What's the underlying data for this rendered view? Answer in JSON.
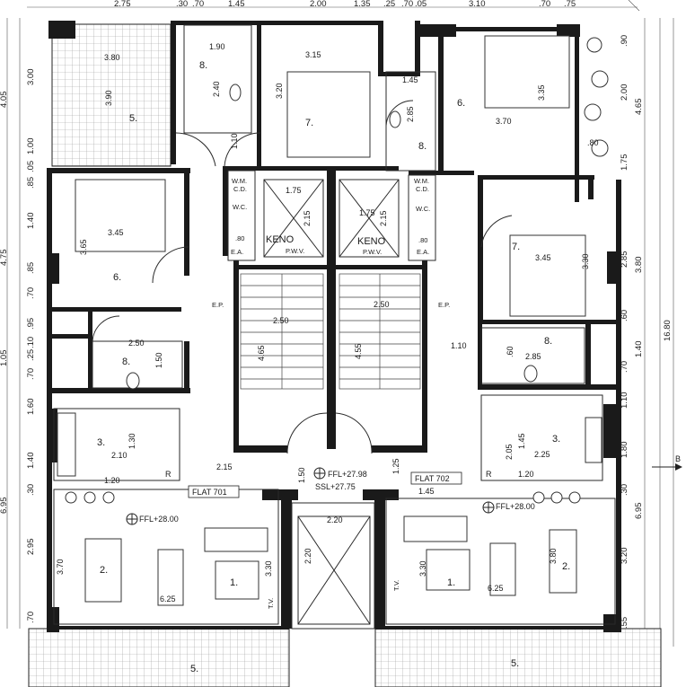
{
  "top_dims": [
    "2.75",
    ".30",
    ".70",
    "1.45",
    "2.00",
    "1.35",
    ".25",
    ".70",
    ".05",
    "3.10",
    ".70",
    ".75"
  ],
  "left_dims": [
    "4.05",
    "3.00",
    "1.00",
    ".85",
    ".05",
    "1.40",
    "4.75",
    ".85",
    ".70",
    ".95",
    ".10",
    "1.05",
    ".25",
    ".70",
    "1.60",
    "1.40",
    ".30",
    "6.95",
    "2.95",
    ".70"
  ],
  "right_dims": [
    ".90",
    "2.00",
    "4.65",
    "1.75",
    "2.85",
    "3.80",
    "16.80",
    ".60",
    "1.40",
    ".70",
    "1.10",
    "1.80",
    ".30",
    "6.95",
    "3.20",
    ".55"
  ],
  "rooms": {
    "room5_top": {
      "num": "5.",
      "w": "3.80",
      "h": "3.90"
    },
    "room8_top_left": {
      "num": "8.",
      "w": "1.90",
      "h": "2.40"
    },
    "room7_top": {
      "num": "7.",
      "w": "3.15",
      "h": "3.20"
    },
    "room6_top_right": {
      "num": "6.",
      "w": "3.70",
      "h": "3.35"
    },
    "room8_top_right": {
      "num": "8.",
      "a": "1.45",
      "b": "2.85"
    },
    "room6_left": {
      "num": "6.",
      "w": "3.45",
      "h": "3.65"
    },
    "room7_right": {
      "num": "7.",
      "w": "3.45",
      "h": "3.30"
    },
    "room8_left_bath": {
      "num": "8.",
      "w": "2.50",
      "h": "1.50"
    },
    "room8_right_bath": {
      "num": "8.",
      "w": "2.85",
      "h": ".60"
    },
    "room3_left": {
      "num": "3.",
      "w": "2.10",
      "h": "1.30",
      "extra": "1.20"
    },
    "room3_right": {
      "num": "3.",
      "w": "2.25",
      "h": "1.45",
      "a": "2.05",
      "b": "1.20"
    },
    "room2_left": {
      "num": "2.",
      "h": "3.70"
    },
    "room2_right": {
      "num": "2.",
      "h": "3.80"
    },
    "room1_left": {
      "num": "1.",
      "h": "3.30",
      "area": "6.25"
    },
    "room1_right": {
      "num": "1.",
      "h": "3.30",
      "area": "6.25"
    },
    "balcony_left": {
      "num": "5."
    },
    "balcony_right": {
      "num": "5."
    }
  },
  "core": {
    "shaft_left": {
      "w": "1.75",
      "h": "2.15",
      "label": "KENO",
      "sub": "P.W.V."
    },
    "shaft_right": {
      "w": "1.75",
      "h": "2.15",
      "label": "KENO",
      "sub": "P.W.V."
    },
    "stair_left": {
      "w": "2.50",
      "h": "4.65"
    },
    "stair_right": {
      "w": "2.50",
      "h": "4.55"
    },
    "lobby": {
      "w": "2.15",
      "h": "1.50",
      "r": "1.25",
      "s": "1.45"
    },
    "lift": {
      "w": "2.20",
      "h": "2.20"
    },
    "landing": "1.10",
    "ffl_lobby": "FFL+27.98",
    "ssl_lobby": "SSL+27.75",
    "wm_left": "W.M.",
    "cd_left": "C.D.",
    "wc_left": "W.C.",
    "ea_left": "E.A.",
    "d80_left": ".80",
    "wm_right": "W.M.",
    "cd_right": "C.D.",
    "wc_right": "W.C.",
    "ea_right": "E.A.",
    "d80_right": ".80",
    "ep_left": "E.P.",
    "ep_right": "E.P."
  },
  "flats": {
    "left": {
      "name": "FLAT 701",
      "ffl": "FFL+28.00",
      "tv": "T.V.",
      "r": "R"
    },
    "right": {
      "name": "FLAT 702",
      "ffl": "FFL+28.00",
      "tv": "T.V.",
      "r": "R"
    }
  },
  "section_marker": "B",
  "misc_dims": {
    "d110_left": "1.10",
    "d1_left": "1.10",
    "d80_right": ".80",
    "d60_right": ".60"
  }
}
